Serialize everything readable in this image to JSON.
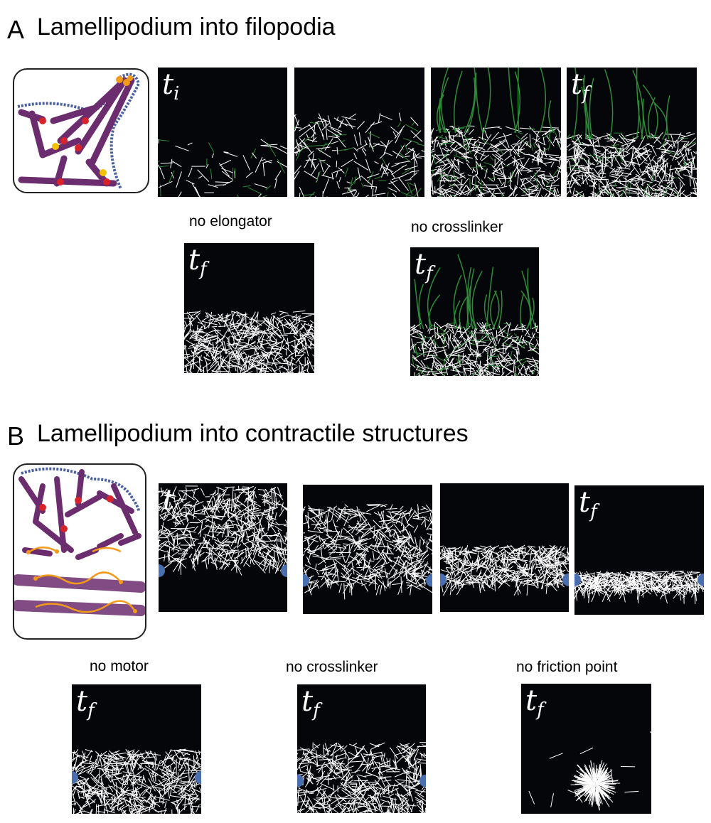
{
  "panel_a": {
    "letter": "A",
    "title": "Lamellipodium into filopodia",
    "frames": [
      {
        "time_main": "t",
        "time_sub": "i"
      },
      {
        "time_main": "",
        "time_sub": ""
      },
      {
        "time_main": "",
        "time_sub": ""
      },
      {
        "time_main": "t",
        "time_sub": "f"
      }
    ],
    "controls": [
      {
        "label": "no elongator",
        "time_main": "t",
        "time_sub": "f"
      },
      {
        "label": "no crosslinker",
        "time_main": "t",
        "time_sub": "f"
      }
    ]
  },
  "panel_b": {
    "letter": "B",
    "title": "Lamellipodium into contractile structures",
    "frames": [
      {
        "time_main": "t",
        "time_sub": ""
      },
      {
        "time_main": "",
        "time_sub": ""
      },
      {
        "time_main": "",
        "time_sub": ""
      },
      {
        "time_main": "t",
        "time_sub": "f"
      }
    ],
    "controls": [
      {
        "label": "no motor",
        "time_main": "t",
        "time_sub": "f"
      },
      {
        "label": "no crosslinker",
        "time_main": "t",
        "time_sub": "f"
      },
      {
        "label": "no friction point",
        "time_main": "t",
        "time_sub": "f"
      }
    ]
  },
  "colors": {
    "background": "#05060a",
    "actin": "#ffffff",
    "elongated_filament": "#2e8b3a",
    "friction_point": "#4a6fb0",
    "schematic_actin": "#6b2d6e",
    "arp23": "#d8232a",
    "elongator": "#f2c200",
    "motor": "#f29a1a",
    "membrane": "#4a5fa0"
  }
}
